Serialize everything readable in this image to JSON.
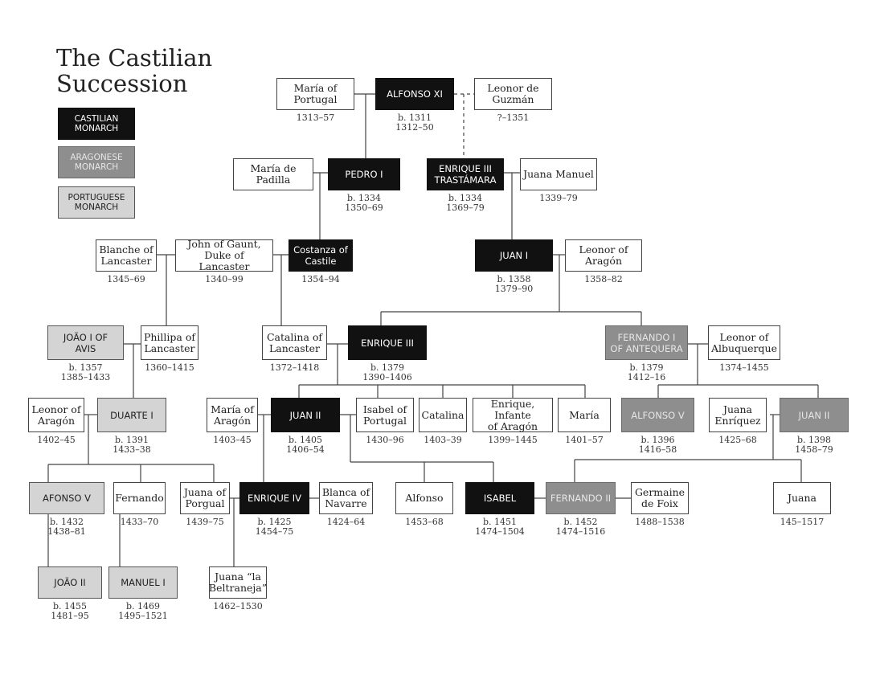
{
  "title": "The Castilian\nSuccession",
  "legend": {
    "castilian": "CASTILIAN\nMONARCH",
    "aragonese": "ARAGONESE\nMONARCH",
    "portuguese": "PORTUGUESE\nMONARCH"
  },
  "colors": {
    "castilian": "#111111",
    "aragonese": "#8e8e8e",
    "portuguese": "#d4d4d4"
  },
  "nodes": [
    {
      "id": "maria-portugal",
      "label": "María of\nPortugal",
      "dates": "1313–57",
      "kind": "person"
    },
    {
      "id": "alfonso-xi",
      "label": "ALFONSO XI",
      "dates": "b. 1311\n1312–50",
      "kind": "castilian"
    },
    {
      "id": "leonor-guzman",
      "label": "Leonor de\nGuzmán",
      "dates": "?–1351",
      "kind": "person"
    },
    {
      "id": "maria-padilla",
      "label": "María de\nPadilla",
      "dates": "",
      "kind": "person"
    },
    {
      "id": "pedro-i",
      "label": "PEDRO I",
      "dates": "b. 1334\n1350–69",
      "kind": "castilian"
    },
    {
      "id": "enrique-ii",
      "label": "ENRIQUE III\nTRASTÁMARA",
      "dates": "b. 1334\n1369–79",
      "kind": "castilian"
    },
    {
      "id": "juana-manuel",
      "label": "Juana Manuel",
      "dates": "1339–79",
      "kind": "person"
    },
    {
      "id": "blanche-lancaster",
      "label": "Blanche of\nLancaster",
      "dates": "1345–69",
      "kind": "person"
    },
    {
      "id": "john-gaunt",
      "label": "John of Gaunt,\nDuke of Lancaster",
      "dates": "1340–99",
      "kind": "person"
    },
    {
      "id": "costanza",
      "label": "Costanza of\nCastile",
      "dates": "1354–94",
      "kind": "castilian"
    },
    {
      "id": "juan-i",
      "label": "JUAN I",
      "dates": "b. 1358\n1379–90",
      "kind": "castilian"
    },
    {
      "id": "leonor-aragon-1",
      "label": "Leonor of\nAragón",
      "dates": "1358–82",
      "kind": "person"
    },
    {
      "id": "joao-i",
      "label": "JOÃO I OF\nAVIS",
      "dates": "b. 1357\n1385–1433",
      "kind": "portuguese"
    },
    {
      "id": "phillipa",
      "label": "Phillipa of\nLancaster",
      "dates": "1360–1415",
      "kind": "person"
    },
    {
      "id": "catalina-lancaster",
      "label": "Catalina of\nLancaster",
      "dates": "1372–1418",
      "kind": "person"
    },
    {
      "id": "enrique-iii",
      "label": "ENRIQUE III",
      "dates": "b. 1379\n1390–1406",
      "kind": "castilian"
    },
    {
      "id": "fernando-i",
      "label": "FERNANDO I\nOF ANTEQUERA",
      "dates": "b. 1379\n1412–16",
      "kind": "aragonese"
    },
    {
      "id": "leonor-albuquerque",
      "label": "Leonor of\nAlbuquerque",
      "dates": "1374–1455",
      "kind": "person"
    },
    {
      "id": "leonor-aragon-2",
      "label": "Leonor of\nAragón",
      "dates": "1402–45",
      "kind": "person"
    },
    {
      "id": "duarte-i",
      "label": "DUARTE I",
      "dates": "b. 1391\n1433–38",
      "kind": "portuguese"
    },
    {
      "id": "maria-aragon",
      "label": "María of\nAragón",
      "dates": "1403–45",
      "kind": "person"
    },
    {
      "id": "juan-ii-castile",
      "label": "JUAN II",
      "dates": "b. 1405\n1406–54",
      "kind": "castilian"
    },
    {
      "id": "isabel-portugal",
      "label": "Isabel of\nPortugal",
      "dates": "1430–96",
      "kind": "person"
    },
    {
      "id": "catalina",
      "label": "Catalina",
      "dates": "1403–39",
      "kind": "person"
    },
    {
      "id": "enrique-infante",
      "label": "Enrique, Infante\nof Aragón",
      "dates": "1399–1445",
      "kind": "person"
    },
    {
      "id": "maria",
      "label": "María",
      "dates": "1401–57",
      "kind": "person"
    },
    {
      "id": "alfonso-v-aragon",
      "label": "ALFONSO V",
      "dates": "b. 1396\n1416–58",
      "kind": "aragonese"
    },
    {
      "id": "juana-enriquez",
      "label": "Juana\nEnríquez",
      "dates": "1425–68",
      "kind": "person"
    },
    {
      "id": "juan-ii-aragon",
      "label": "JUAN II",
      "dates": "b. 1398\n1458–79",
      "kind": "aragonese"
    },
    {
      "id": "afonso-v",
      "label": "AFONSO V",
      "dates": "b. 1432\n1438–81",
      "kind": "portuguese"
    },
    {
      "id": "fernando",
      "label": "Fernando",
      "dates": "1433–70",
      "kind": "person"
    },
    {
      "id": "juana-portugal",
      "label": "Juana of\nPorgual",
      "dates": "1439–75",
      "kind": "person"
    },
    {
      "id": "enrique-iv",
      "label": "ENRIQUE IV",
      "dates": "b. 1425\n1454–75",
      "kind": "castilian"
    },
    {
      "id": "blanca-navarre",
      "label": "Blanca of\nNavarre",
      "dates": "1424–64",
      "kind": "person"
    },
    {
      "id": "alfonso",
      "label": "Alfonso",
      "dates": "1453–68",
      "kind": "person"
    },
    {
      "id": "isabel",
      "label": "ISABEL",
      "dates": "b. 1451\n1474–1504",
      "kind": "castilian"
    },
    {
      "id": "fernando-ii",
      "label": "FERNANDO II",
      "dates": "b. 1452\n1474–1516",
      "kind": "aragonese"
    },
    {
      "id": "germaine",
      "label": "Germaine\nde Foix",
      "dates": "1488–1538",
      "kind": "person"
    },
    {
      "id": "juana",
      "label": "Juana",
      "dates": "145–1517",
      "kind": "person"
    },
    {
      "id": "joao-ii",
      "label": "JOÃO II",
      "dates": "b. 1455\n1481–95",
      "kind": "portuguese"
    },
    {
      "id": "manuel-i",
      "label": "MANUEL I",
      "dates": "b. 1469\n1495–1521",
      "kind": "portuguese"
    },
    {
      "id": "juana-beltraneja",
      "label": "Juana “la\nBeltraneja”",
      "dates": "1462–1530",
      "kind": "person"
    }
  ]
}
